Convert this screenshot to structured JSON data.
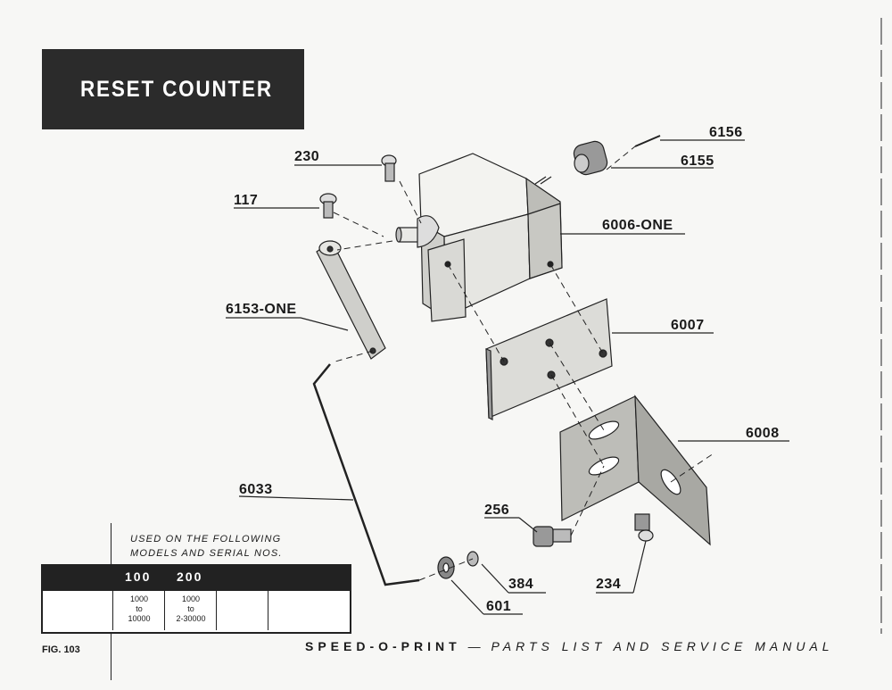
{
  "title": "RESET COUNTER",
  "callouts": {
    "p6156": "6156",
    "p230": "230",
    "p6155": "6155",
    "p117": "117",
    "p6006": "6006-ONE",
    "p6153": "6153-ONE",
    "p6007": "6007",
    "p6008": "6008",
    "p6033": "6033",
    "p256": "256",
    "p384": "384",
    "p234": "234",
    "p601": "601"
  },
  "used_on": {
    "line1": "USED ON THE FOLLOWING",
    "line2": "MODELS AND SERIAL NOS.",
    "models": [
      "100",
      "200"
    ],
    "serials": [
      {
        "from": "1000",
        "to_word": "to",
        "to": "10000"
      },
      {
        "from": "1000",
        "to_word": "to",
        "to": "2-30000"
      }
    ]
  },
  "fig": "FIG. 103",
  "footer": {
    "brand": "SPEED-O-PRINT",
    "dash": "—",
    "subtitle": "PARTS LIST AND SERVICE MANUAL"
  }
}
